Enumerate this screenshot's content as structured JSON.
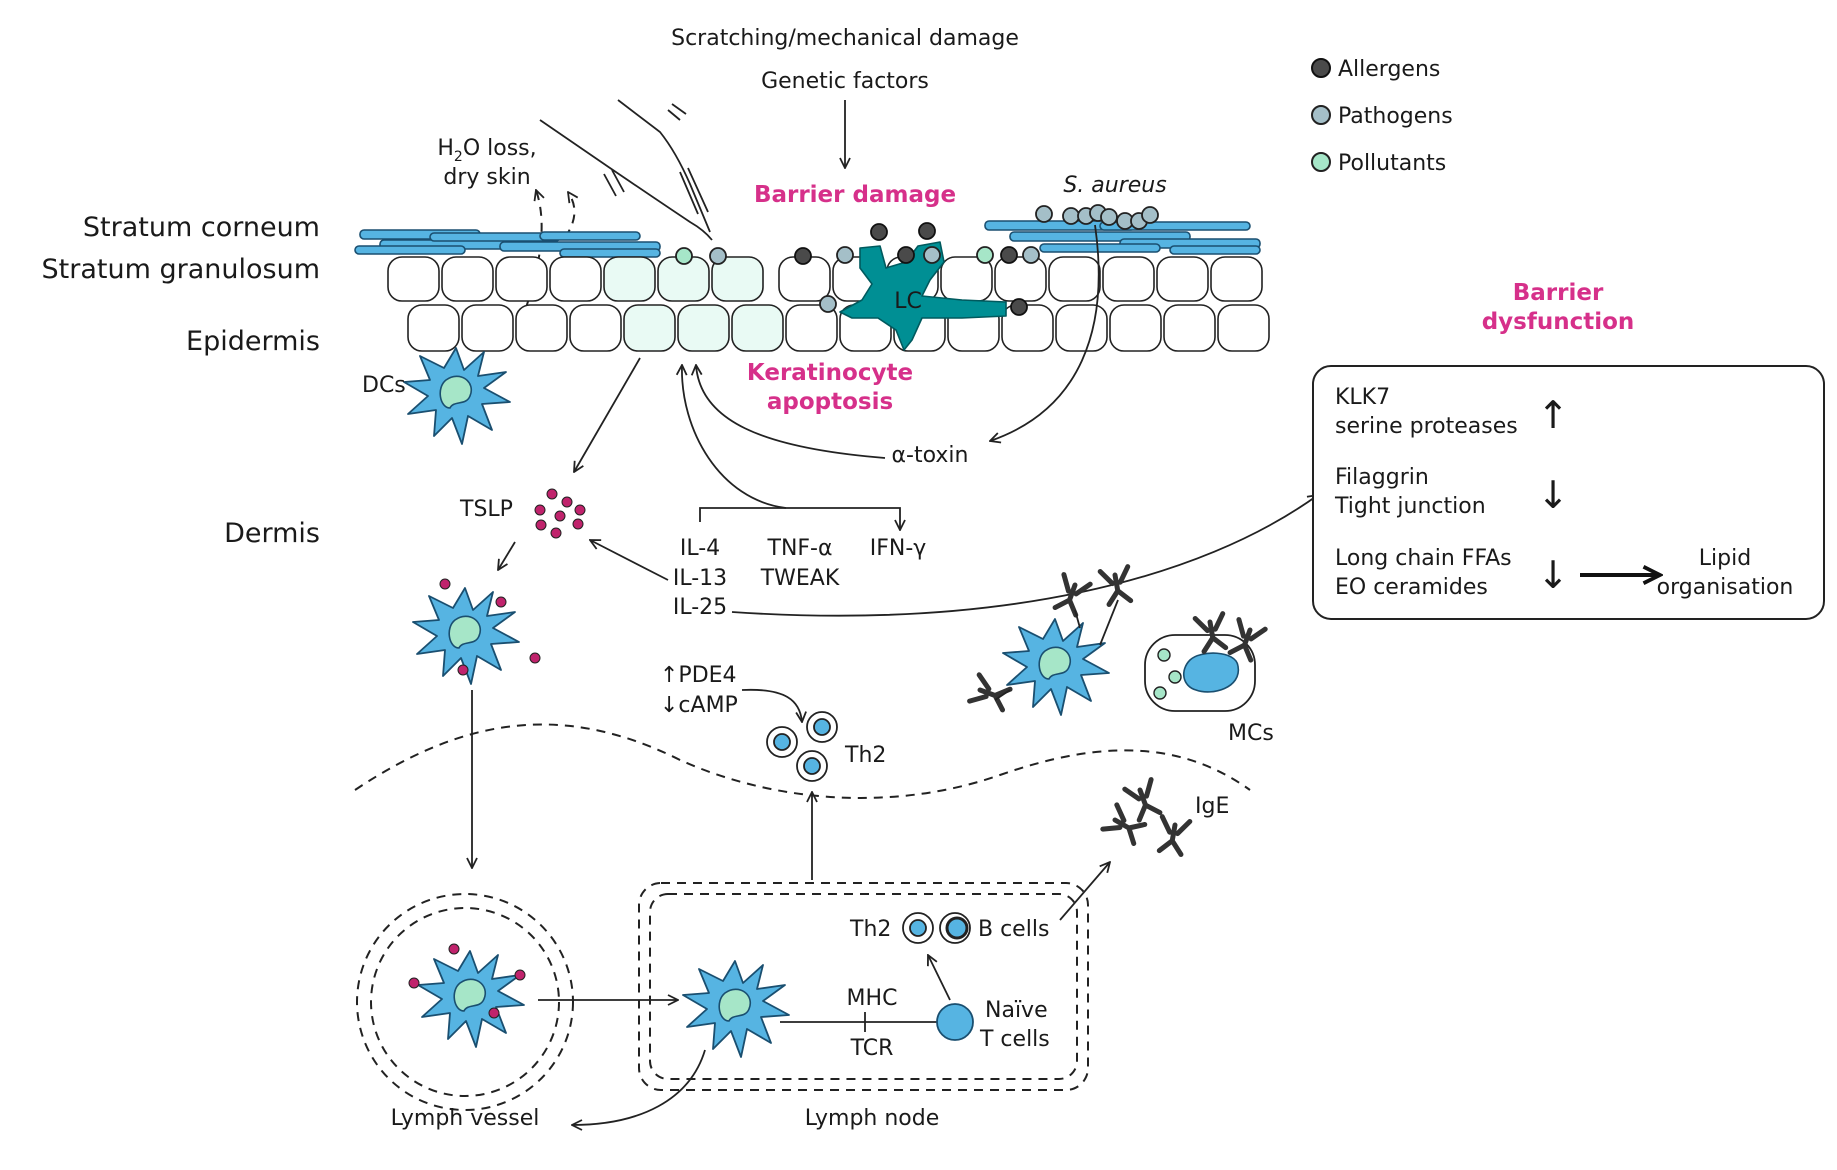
{
  "colors": {
    "accent": "#d6308a",
    "cell_blue": "#56b4e2",
    "langerhans_teal": "#008f94",
    "nucleus_green": "#a6e6c8",
    "allergen": "#4a4a4a",
    "pathogen": "#a4bfc8",
    "pollutant": "#a6e6c8",
    "tslp": "#c0236c"
  },
  "top": {
    "scratching": "Scratching/mechanical damage",
    "genetic": "Genetic factors",
    "barrier_damage": "Barrier damage",
    "s_aureus": "S. aureus",
    "h2o_line1_pre": "H",
    "h2o_sub": "2",
    "h2o_line1_post": "O loss,",
    "h2o_line2": "dry skin"
  },
  "legend": [
    {
      "label": "Allergens",
      "icon": "dark-circle"
    },
    {
      "label": "Pathogens",
      "icon": "grey-circle"
    },
    {
      "label": "Pollutants",
      "icon": "green-circle"
    }
  ],
  "layers": {
    "stratum_corneum": "Stratum corneum",
    "stratum_granulosum": "Stratum granulosum",
    "epidermis": "Epidermis",
    "dermis": "Dermis"
  },
  "epidermis_labels": {
    "lc": "LC",
    "dcs": "DCs",
    "keratinocyte_1": "Keratinocyte",
    "keratinocyte_2": "apoptosis",
    "alpha_toxin": "α-toxin",
    "tslp": "TSLP"
  },
  "cytokines": {
    "il4": "IL-4",
    "il13": "IL-13",
    "il25": "IL-25",
    "tnf": "TNF-α",
    "tweak": "TWEAK",
    "ifn": "IFN-γ"
  },
  "pde": {
    "pde4": "↑PDE4",
    "camp": "↓cAMP",
    "th2": "Th2"
  },
  "barrier_dysfunction": {
    "title1": "Barrier",
    "title2": "dysfunction",
    "rows": [
      {
        "line1": "KLK7",
        "line2": "serine proteases",
        "arrow": "↑"
      },
      {
        "line1": "Filaggrin",
        "line2": "Tight junction",
        "arrow": "↓"
      },
      {
        "line1": "Long chain FFAs",
        "line2": "EO ceramides",
        "arrow": "↓"
      }
    ],
    "lipid1": "Lipid",
    "lipid2": "organisation"
  },
  "lower": {
    "mcs": "MCs",
    "ige": "IgE",
    "lymph_vessel": "Lymph vessel",
    "lymph_node": "Lymph node",
    "th2": "Th2",
    "b_cells": "B cells",
    "mhc": "MHC",
    "tcr": "TCR",
    "naive1": "Naïve",
    "naive2": "T cells"
  }
}
